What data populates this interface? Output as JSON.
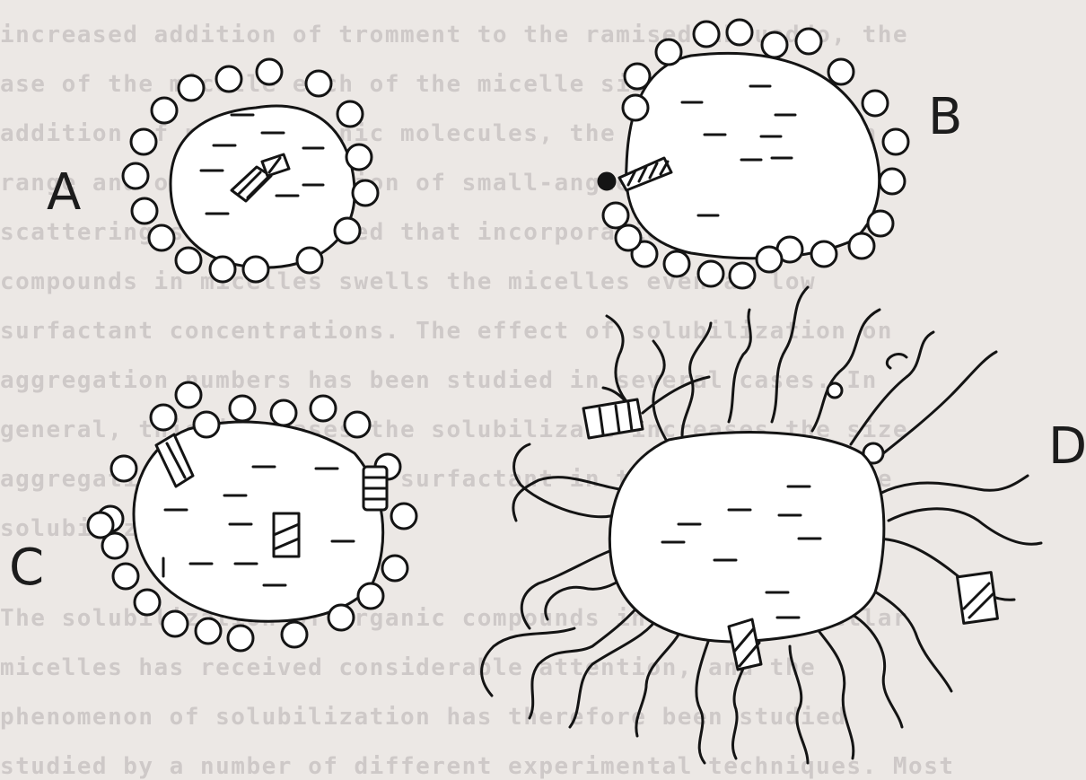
{
  "figure": {
    "labels": {
      "a": "A",
      "b": "B",
      "c": "C",
      "d": "D"
    },
    "background_text": [
      "increased addition of tromment to the ramised abbueddo, the",
      "ase of the micelle each of the micelle size. The",
      "addition of polar organic molecules, the micelle solution",
      "range and other transition of small-angle neutron",
      "scattering studies showed that incorporation of aromatic",
      "compounds in micelles swells the micelles even at low",
      "surfactant concentrations. The effect of solubilization on",
      "aggregation numbers has been studied in several cases. In",
      "general, this increases the solubilizate increases the size",
      "aggregation number of the surfactant in the micelle of the",
      "solubilizate.",
      "The solubilization of organic compounds in aqueous micellar",
      "micelles has received considerable attention, and the",
      "phenomenon of solubilization has therefore been studied",
      "studied by a number of different experimental techniques. Most"
    ]
  }
}
